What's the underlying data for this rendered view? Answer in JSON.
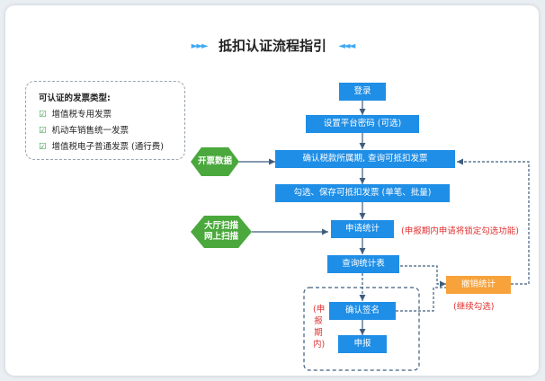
{
  "title": "抵扣认证流程指引",
  "legend": {
    "heading": "可认证的发票类型:",
    "items": [
      "增值税专用发票",
      "机动车销售统一发票",
      "增值税电子普通发票 (通行费)"
    ]
  },
  "steps": {
    "login": "登录",
    "set_password": "设置平台密码 (可选)",
    "confirm_period": "确认税款所属期, 查询可抵扣发票",
    "select_save": "勾选、保存可抵扣发票 (单笔、批量)",
    "apply_stats": "申请统计",
    "query_stats": "查询统计表",
    "confirm_sign": "确认签名",
    "declare": "申报",
    "revoke_stats": "撤销统计"
  },
  "side_inputs": {
    "invoice_data": "开票数据",
    "scan_line1": "大厅扫描",
    "scan_line2": "网上扫描"
  },
  "notes": {
    "lock_note": "(申报期内申请将锁定勾选功能)",
    "continue_note": "(继续勾选)",
    "period_label": "(申报期内)"
  },
  "colors": {
    "step": "#1f8ee6",
    "input": "#4aa83c",
    "revoke": "#f7a23a",
    "note": "#e03030",
    "connector": "#3d5d7d"
  }
}
